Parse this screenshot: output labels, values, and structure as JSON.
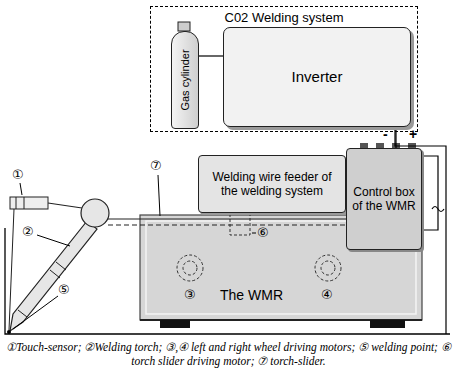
{
  "diagram": {
    "caption": "①Touch-sensor; ②Welding torch; ③,④ left and right wheel driving motors; ⑤ welding point; ⑥ torch slider driving motor; ⑦ torch-slider.",
    "nodes": [
      {
        "text": [
          "C02 Welding system"
        ]
      },
      {
        "text": [
          "Gas cylinder"
        ],
        "in": 0
      },
      {
        "text": [
          "Inverter"
        ],
        "in": 0
      },
      {
        "text": [
          "Welding wire feeder of the welding system"
        ]
      },
      {
        "text": [
          "Control box of the WMR"
        ]
      },
      {
        "text": [
          "The WMR"
        ]
      }
    ],
    "edges": [
      {
        "from": 1,
        "to": 2,
        "arrow": "none"
      },
      {
        "from": 2,
        "to": 4,
        "arrow": "none"
      }
    ],
    "labels": [
      "-",
      "+",
      "①",
      "②",
      "③",
      "④",
      "⑤",
      "⑥",
      "⑦"
    ]
  }
}
